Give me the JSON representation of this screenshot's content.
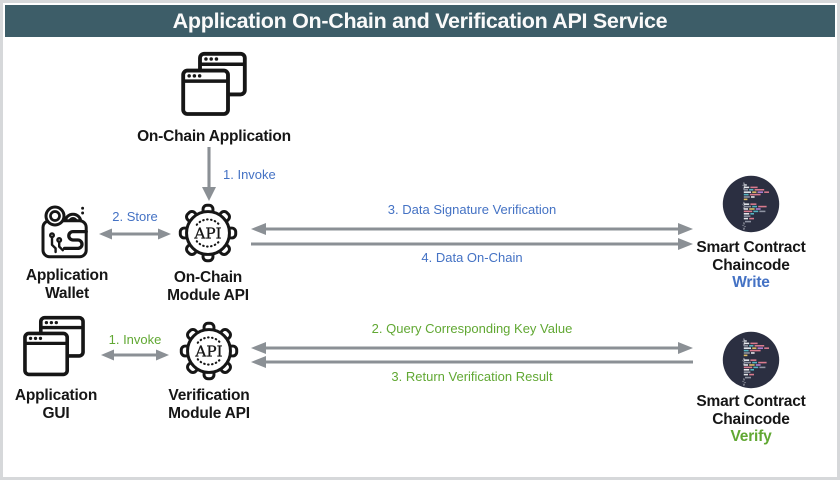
{
  "header": {
    "title": "Application On-Chain and Verification API Service"
  },
  "colors": {
    "header_bg": "#3d5d68",
    "step_blue": "#4472c4",
    "step_green": "#61a833",
    "arrow_gray": "#8b9095",
    "chaincode_bg": "#2b2f41"
  },
  "nodes": {
    "on_chain_app": {
      "icon": "browser-windows-icon",
      "label": "On-Chain Application"
    },
    "app_wallet": {
      "icon": "wallet-icon",
      "line1": "Application",
      "line2": "Wallet"
    },
    "on_chain_api": {
      "icon": "api-gear-icon",
      "icon_text": "API",
      "line1": "On-Chain",
      "line2": "Module API"
    },
    "sc_write": {
      "icon": "chaincode-icon",
      "line1": "Smart Contract",
      "line2": "Chaincode",
      "line3": "Write"
    },
    "app_gui": {
      "icon": "browser-windows-icon",
      "line1": "Application",
      "line2": "GUI"
    },
    "verification_api": {
      "icon": "api-gear-icon",
      "icon_text": "API",
      "line1": "Verification",
      "line2": "Module API"
    },
    "sc_verify": {
      "icon": "chaincode-icon",
      "line1": "Smart Contract",
      "line2": "Chaincode",
      "line3": "Verify"
    }
  },
  "edges": {
    "invoke_top": {
      "label": "1. Invoke"
    },
    "store": {
      "label": "2. Store"
    },
    "data_signature": {
      "label": "3. Data Signature Verification"
    },
    "data_on_chain": {
      "label": "4. Data On-Chain"
    },
    "invoke_bottom": {
      "label": "1. Invoke"
    },
    "query_key": {
      "label": "2. Query Corresponding Key Value"
    },
    "return_result": {
      "label": "3. Return Verification Result"
    }
  }
}
